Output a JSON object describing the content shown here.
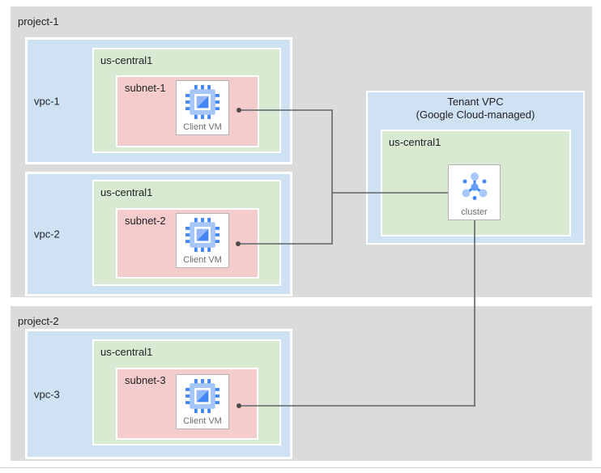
{
  "colors": {
    "project_bg": "#dbdbdb",
    "vpc_bg": "#cfe2f3",
    "region_bg": "#d9ead3",
    "subnet_bg": "#f4cccc",
    "card_border": "#b3b3b3",
    "connector": "#5f6368",
    "icon_blue": "#4285f4",
    "icon_blue_light": "#a4c6f9"
  },
  "projects": [
    {
      "label": "project-1",
      "vpcs": [
        {
          "label": "vpc-1",
          "region": "us-central1",
          "subnet": "subnet-1",
          "vm_label": "Client VM",
          "vm_icon": "compute-engine-icon"
        },
        {
          "label": "vpc-2",
          "region": "us-central1",
          "subnet": "subnet-2",
          "vm_label": "Client VM",
          "vm_icon": "compute-engine-icon"
        }
      ]
    },
    {
      "label": "project-2",
      "vpcs": [
        {
          "label": "vpc-3",
          "region": "us-central1",
          "subnet": "subnet-3",
          "vm_label": "Client VM",
          "vm_icon": "compute-engine-icon"
        }
      ]
    }
  ],
  "tenant_vpc": {
    "title_line1": "Tenant VPC",
    "title_line2": "(Google Cloud-managed)",
    "region": "us-central1",
    "cluster_label": "cluster",
    "cluster_icon": "cluster-icon"
  }
}
